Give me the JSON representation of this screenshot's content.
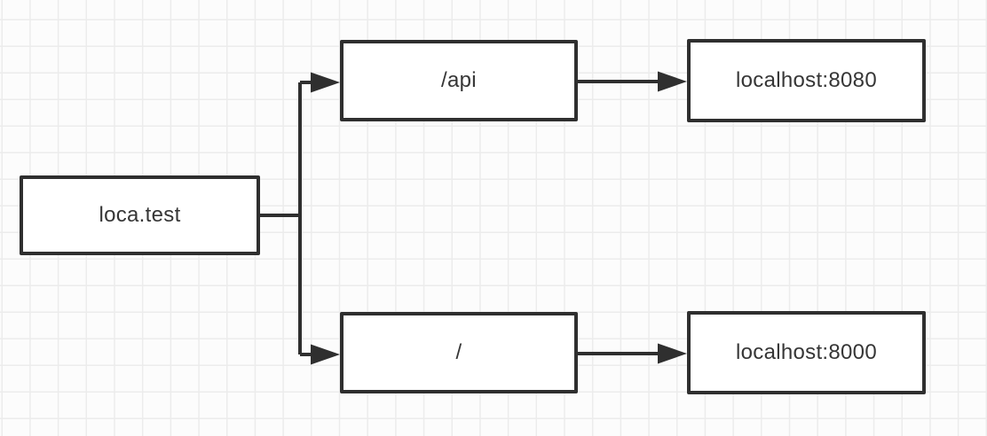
{
  "diagram": {
    "type": "flowchart",
    "background": "grid-paper",
    "nodes": [
      {
        "id": "domain",
        "label": "loca.test"
      },
      {
        "id": "route-api",
        "label": "/api"
      },
      {
        "id": "target-8080",
        "label": "localhost:8080"
      },
      {
        "id": "route-root",
        "label": "/"
      },
      {
        "id": "target-8000",
        "label": "localhost:8000"
      }
    ],
    "edges": [
      {
        "from": "loca.test",
        "to": "/api",
        "arrow": "filled-triangle"
      },
      {
        "from": "loca.test",
        "to": "/",
        "arrow": "filled-triangle"
      },
      {
        "from": "/api",
        "to": "localhost:8080",
        "arrow": "filled-triangle"
      },
      {
        "from": "/",
        "to": "localhost:8000",
        "arrow": "filled-triangle"
      }
    ],
    "colors": {
      "stroke": "#2f2f2f",
      "text": "#363636",
      "node_fill": "#ffffff",
      "grid_line": "#ececec",
      "background": "#fcfcfc"
    }
  }
}
